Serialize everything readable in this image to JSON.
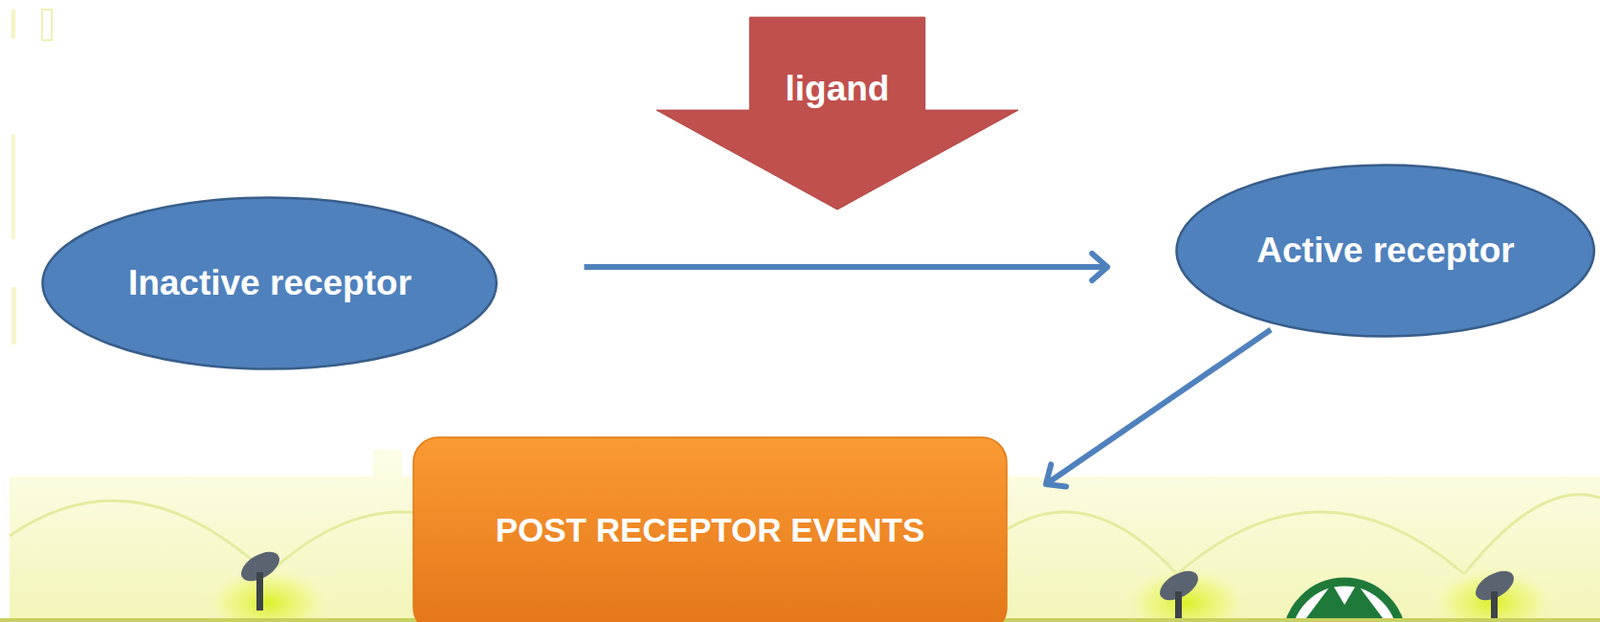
{
  "diagram": {
    "nodes": [
      {
        "text": [
          "ligand"
        ]
      },
      {
        "text": [
          "Inactive receptor"
        ]
      },
      {
        "text": [
          "Active receptor"
        ]
      },
      {
        "text": [
          "POST RECEPTOR EVENTS"
        ]
      }
    ],
    "edges": [
      {
        "from": 1,
        "to": 2,
        "arrow": "to"
      },
      {
        "from": 2,
        "to": 3,
        "arrow": "to"
      }
    ]
  }
}
